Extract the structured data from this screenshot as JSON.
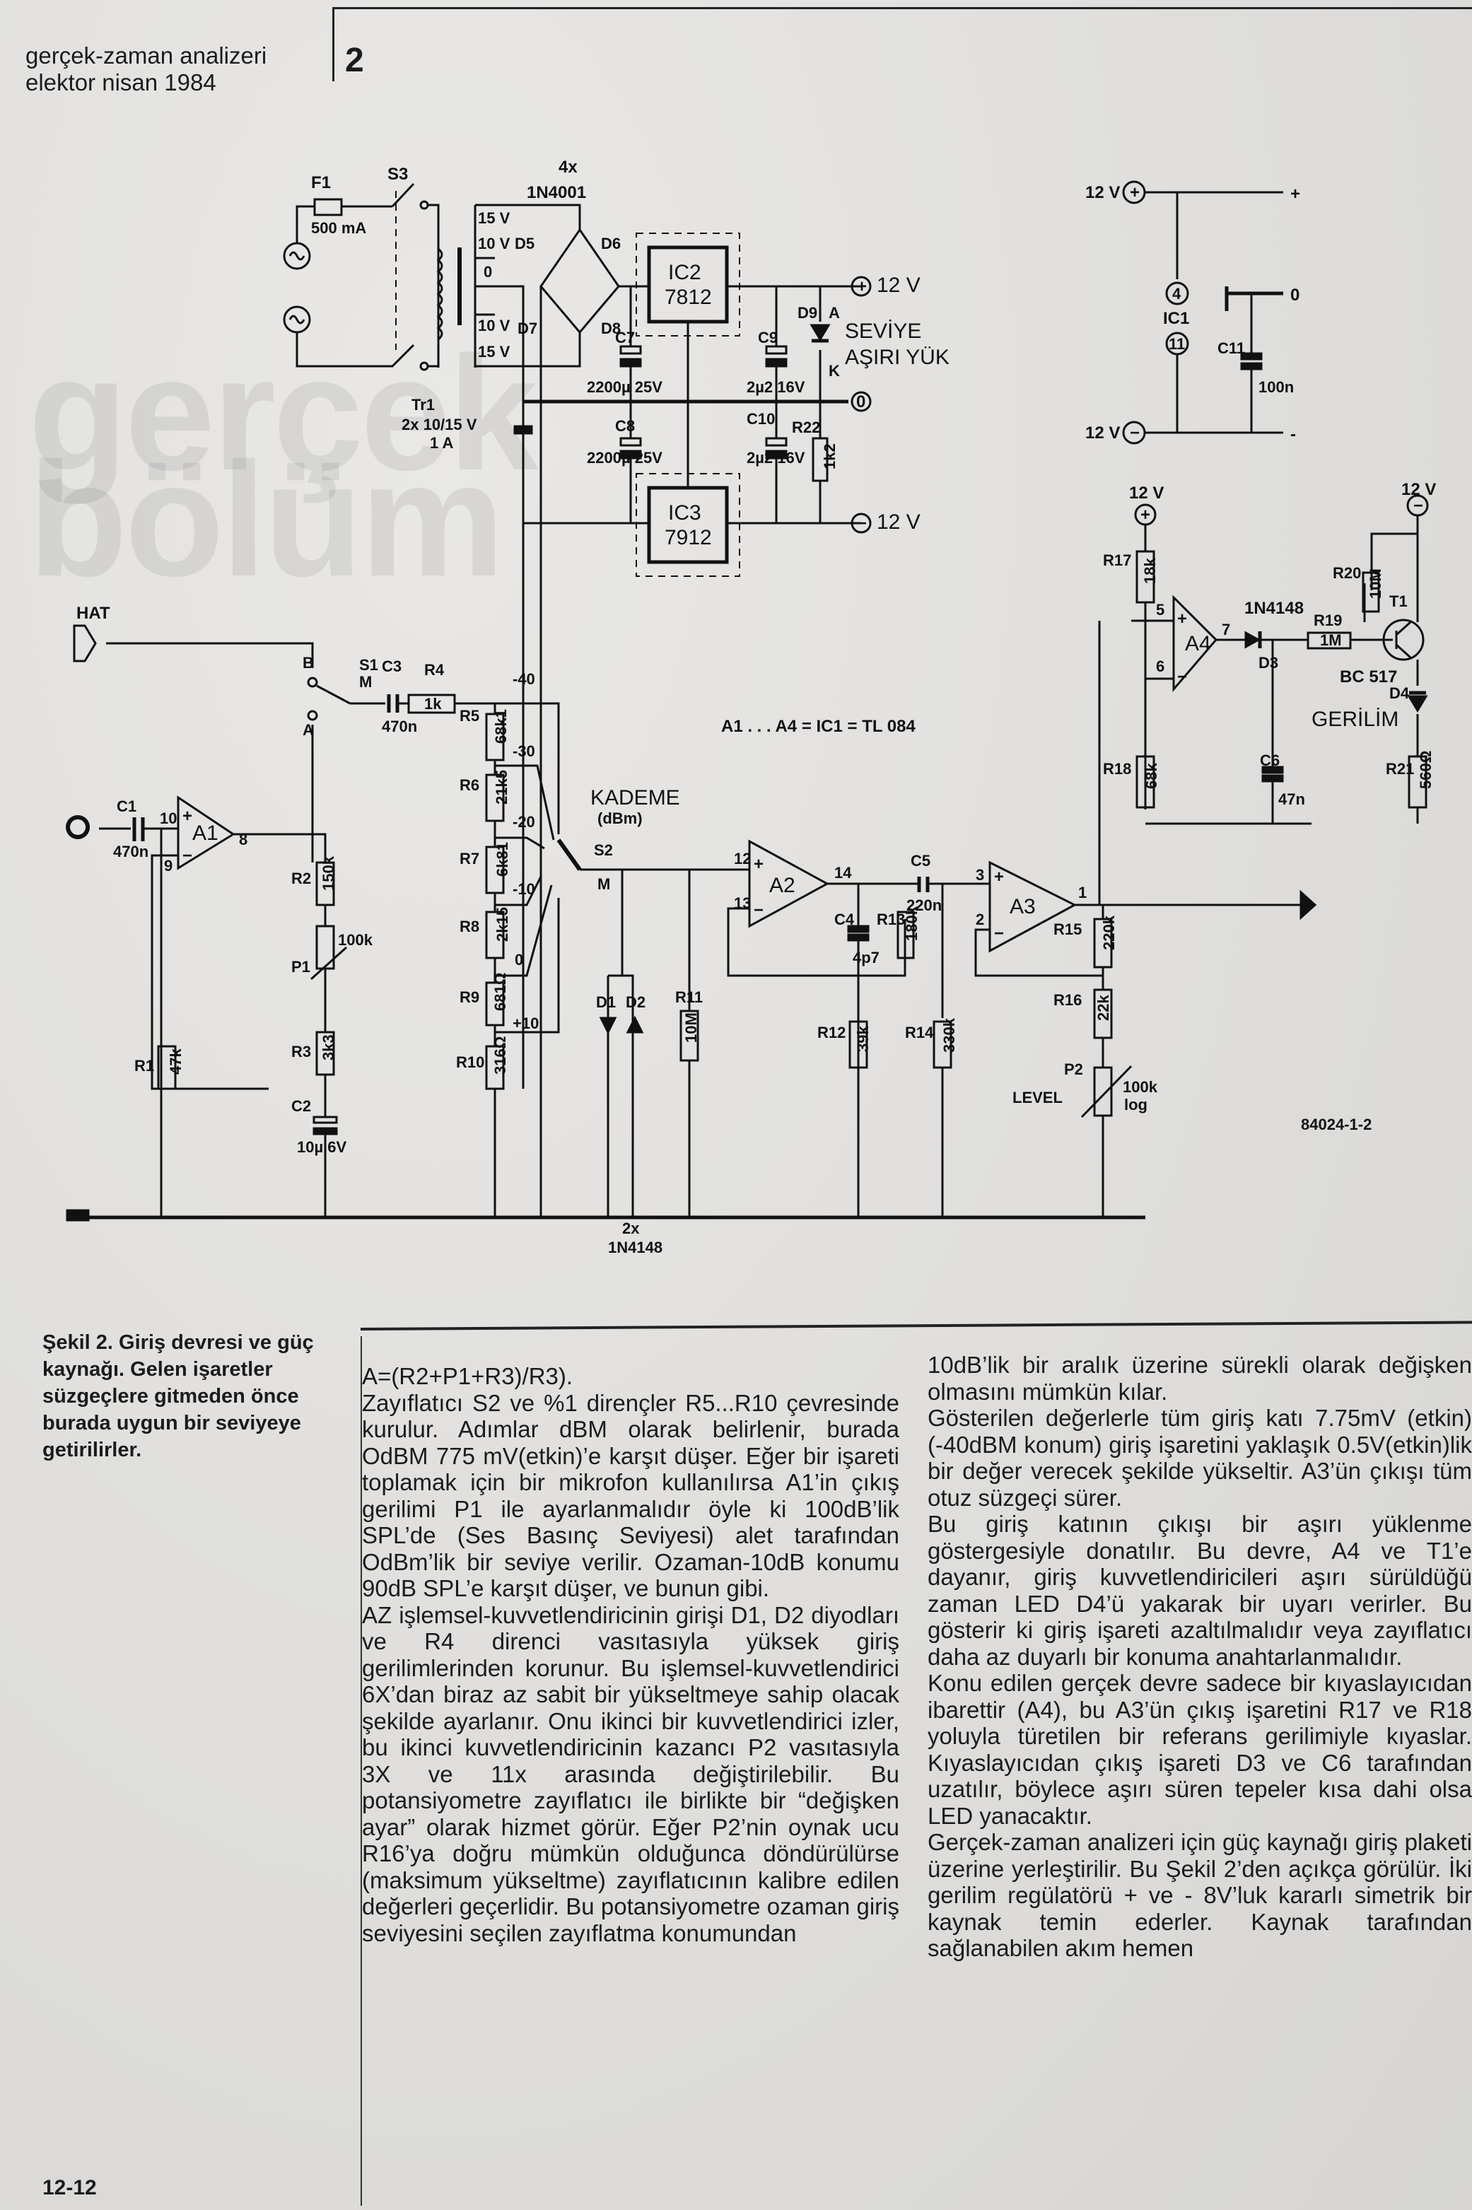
{
  "header": {
    "line1": "gerçek-zaman analizeri",
    "line2": "elektor nisan 1984",
    "figure_number": "2"
  },
  "background_show_through": {
    "word1": "gerçek",
    "word2": "bölüm"
  },
  "schematic": {
    "power_supply": {
      "fuse_label": "F1",
      "fuse_value": "500 mA",
      "switch_label": "S3",
      "transformer_label": "Tr1",
      "transformer_spec1": "2x 10/15 V",
      "transformer_spec2": "1 A",
      "tap_15v_top": "15 V",
      "tap_10v_top": "10 V",
      "tap_0": "0",
      "tap_10v_bottom": "10 V",
      "tap_15v_bottom": "15 V",
      "bridge_qty": "4x",
      "bridge_part": "1N4001",
      "diodes": [
        "D5",
        "D6",
        "D7",
        "D8"
      ],
      "ic2_label": "IC2",
      "ic2_part": "7812",
      "ic3_label": "IC3",
      "ic3_part": "7912",
      "c7_label": "C7",
      "c7_value": "2200µ 25V",
      "c8_label": "C8",
      "c8_value": "2200µ 25V",
      "c9_label": "C9",
      "c9_value": "2µ2 16V",
      "c10_label": "C10",
      "c10_value": "2µ2 16V",
      "d9_label": "D9",
      "d9_anode": "A",
      "d9_cathode": "K",
      "led_text1": "SEVİYE",
      "led_text2": "AŞIRI YÜK",
      "r22_label": "R22",
      "r22_value": "1k2",
      "out_pos": "12 V",
      "out_zero": "0",
      "out_neg": "12 V"
    },
    "ic1_supply": {
      "pos_label": "12 V",
      "neg_label": "12 V",
      "pin4": "4",
      "ic1_label": "IC1",
      "pin11": "11",
      "c11_label": "C11",
      "c11_value": "100n",
      "term_pos": "+",
      "term_zero": "0",
      "term_neg": "-"
    },
    "input_stage": {
      "line_input_label": "HAT",
      "c1_label": "C1",
      "c1_value": "470n",
      "a1_label": "A1",
      "a1_pin_plus": "10",
      "a1_pin_minus": "9",
      "a1_pin_out": "8",
      "r1_label": "R1",
      "r1_value": "47k",
      "r2_label": "R2",
      "r2_value": "150k",
      "p1_label": "P1",
      "p1_value": "100k",
      "r3_label": "R3",
      "r3_value": "3k3",
      "c2_label": "C2",
      "c2_value": "10µ 6V",
      "s1_label": "S1",
      "s1_pos_a": "A",
      "s1_pos_b": "B",
      "s1_pos_m": "M",
      "c3_label": "C3",
      "c3_value": "470n",
      "r4_label": "R4",
      "r4_value": "1k"
    },
    "attenuator": {
      "title": "KADEME",
      "unit": "(dBm)",
      "s2_label": "S2",
      "s2_common": "M",
      "steps": [
        "-40",
        "-30",
        "-20",
        "-10",
        "0",
        "+10"
      ],
      "resistors": [
        {
          "label": "R5",
          "value": "68k1"
        },
        {
          "label": "R6",
          "value": "21k5"
        },
        {
          "label": "R7",
          "value": "6k81"
        },
        {
          "label": "R8",
          "value": "2k15"
        },
        {
          "label": "R9",
          "value": "681Ω"
        },
        {
          "label": "R10",
          "value": "316Ω"
        }
      ]
    },
    "amp_stage": {
      "d1_label": "D1",
      "d2_label": "D2",
      "diode_qty": "2x",
      "diode_part": "1N4148",
      "r11_label": "R11",
      "r11_value": "10M",
      "a2_label": "A2",
      "a2_pin_plus": "12",
      "a2_pin_minus": "13",
      "a2_pin_out": "14",
      "c4_label": "C4",
      "c4_value": "4p7",
      "r13_label": "R13",
      "r13_value": "180k",
      "r12_label": "R12",
      "r12_value": "39k",
      "c5_label": "C5",
      "c5_value": "220n",
      "r14_label": "R14",
      "r14_value": "330k",
      "a3_label": "A3",
      "a3_pin_plus": "3",
      "a3_pin_minus": "2",
      "a3_pin_out": "1",
      "r15_label": "R15",
      "r15_value": "220k",
      "r16_label": "R16",
      "r16_value": "22k",
      "p2_label": "P2",
      "p2_value": "100k",
      "p2_taper": "log",
      "p2_name": "LEVEL",
      "opamp_note": "A1 . . . A4 = IC1 = TL 084",
      "drawing_code": "84024-1-2"
    },
    "overload": {
      "pos_label": "12 V",
      "neg_label": "12 V",
      "r17_label": "R17",
      "r17_value": "18k",
      "r18_label": "R18",
      "r18_value": "68k",
      "a4_label": "A4",
      "a4_pin_plus": "5",
      "a4_pin_minus": "6",
      "a4_pin_out": "7",
      "d3_part": "1N4148",
      "d3_label": "D3",
      "r19_label": "R19",
      "r19_value": "1M",
      "r20_label": "R20",
      "r20_value": "10M",
      "t1_label": "T1",
      "t1_part": "BC 517",
      "d4_label": "D4",
      "led_text": "GERİLİM",
      "c6_label": "C6",
      "c6_value": "47n",
      "r21_label": "R21",
      "r21_value": "560Ω"
    }
  },
  "caption": "Şekil 2. Giriş devresi ve güç kaynağı. Gelen işaretler süzgeçlere gitmeden önce burada uygun bir seviyeye getirilirler.",
  "column1": [
    "A=(R2+P1+R3)/R3).",
    "Zayıflatıcı S2 ve %1 dirençler R5...R10 çevresinde kurulur. Adımlar dBM olarak belirlenir, burada OdBM 775 mV(etkin)’e karşıt düşer. Eğer bir işareti toplamak için bir mikrofon kullanılırsa A1’in çıkış gerilimi P1 ile ayarlanmalıdır öyle ki 100dB’lik SPL’de (Ses Basınç Seviyesi) alet tarafından OdBm’lik bir seviye verilir. Ozaman-10dB konumu 90dB SPL’e karşıt düşer, ve bunun gibi.",
    "AZ işlemsel-kuvvetlendiricinin girişi D1, D2 diyodları ve R4 direnci vasıtasıyla yüksek giriş gerilimlerinden korunur. Bu işlemsel-kuvvetlendirici 6X’dan biraz az sabit bir yükseltmeye sahip olacak şekilde ayarlanır. Onu ikinci bir kuvvetlendirici izler, bu ikinci kuvvetlendiricinin kazancı P2 vasıtasıyla 3X ve 11x arasında değiştirilebilir. Bu potansiyometre zayıflatıcı ile birlikte bir “değişken ayar” olarak hizmet görür. Eğer P2’nin oynak ucu R16’ya doğru mümkün olduğunca döndürülürse (maksimum yükseltme) zayıflatıcının kalibre edilen değerleri geçerlidir. Bu potansiyometre ozaman giriş seviyesini seçilen zayıflatma konumundan"
  ],
  "column2": [
    "10dB’lik bir aralık üzerine sürekli olarak değişken olmasını mümkün kılar.",
    "Gösterilen değerlerle tüm giriş katı 7.75mV (etkin) (-40dBM konum) giriş işaretini yaklaşık 0.5V(etkin)lik bir değer verecek şekilde yükseltir. A3’ün çıkışı tüm otuz süzgeçi sürer.",
    "Bu giriş katının çıkışı bir aşırı yüklenme göstergesiyle donatılır. Bu devre, A4 ve T1’e dayanır, giriş kuvvetlendiricileri aşırı sürüldüğü zaman LED D4’ü yakarak bir uyarı verirler. Bu gösterir ki giriş işareti azaltılmalıdır veya zayıflatıcı daha az duyarlı bir konuma anahtarlanmalıdır.",
    "Konu edilen gerçek devre sadece bir kıyaslayıcıdan ibarettir (A4), bu A3’ün çıkış işaretini R17 ve R18 yoluyla türetilen bir referans gerilimiyle kıyaslar. Kıyaslayıcıdan çıkış işareti D3 ve C6 tarafından uzatılır, böylece aşırı süren tepeler kısa dahi olsa LED yanacaktır.",
    "Gerçek-zaman analizeri için güç kaynağı giriş plaketi üzerine yerleştirilir. Bu Şekil 2’den açıkça görülür. İki gerilim regülatörü + ve - 8V’luk kararlı simetrik bir kaynak temin ederler. Kaynak tarafından sağlanabilen akım hemen"
  ],
  "page_number": "12-12"
}
